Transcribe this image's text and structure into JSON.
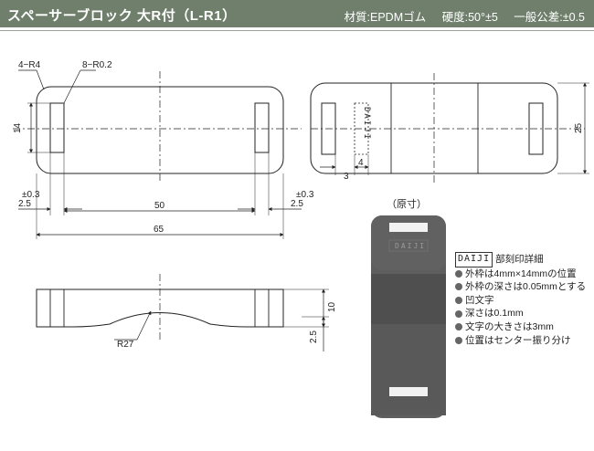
{
  "header": {
    "title": "スペーサーブロック 大R付（L-R1）",
    "material": "材質:EPDMゴム",
    "hardness": "硬度:50°±5",
    "tolerance": "一般公差:±0.5"
  },
  "dims": {
    "corner_radius": "4−R4",
    "slot_radius": "8−R0.2",
    "height_14": "14",
    "tol_left_a": "±0.3",
    "tol_left_b": "2.5",
    "tol_right_a": "±0.3",
    "tol_right_b": "2.5",
    "span_50": "50",
    "length_65": "65",
    "width_25": "25",
    "dim_3": "3",
    "dim_4": "4",
    "emboss_text": "DAIJI",
    "thickness_10": "10",
    "thickness_2_5": "2.5",
    "arc_radius": "R27"
  },
  "photo": {
    "label": "（原寸）",
    "emboss": "DAIJI"
  },
  "legend": {
    "head_box": "DAIJI",
    "head_text": "部刻印詳細",
    "items": [
      "外枠は4mm×14mmの位置",
      "外枠の深さは0.05mmとする",
      "凹文字",
      "深さは0.1mm",
      "文字の大きさは3mm",
      "位置はセンター振り分け"
    ]
  },
  "colors": {
    "header_bg": "#6f7f6c",
    "part_fill": "#5b5b5b"
  }
}
